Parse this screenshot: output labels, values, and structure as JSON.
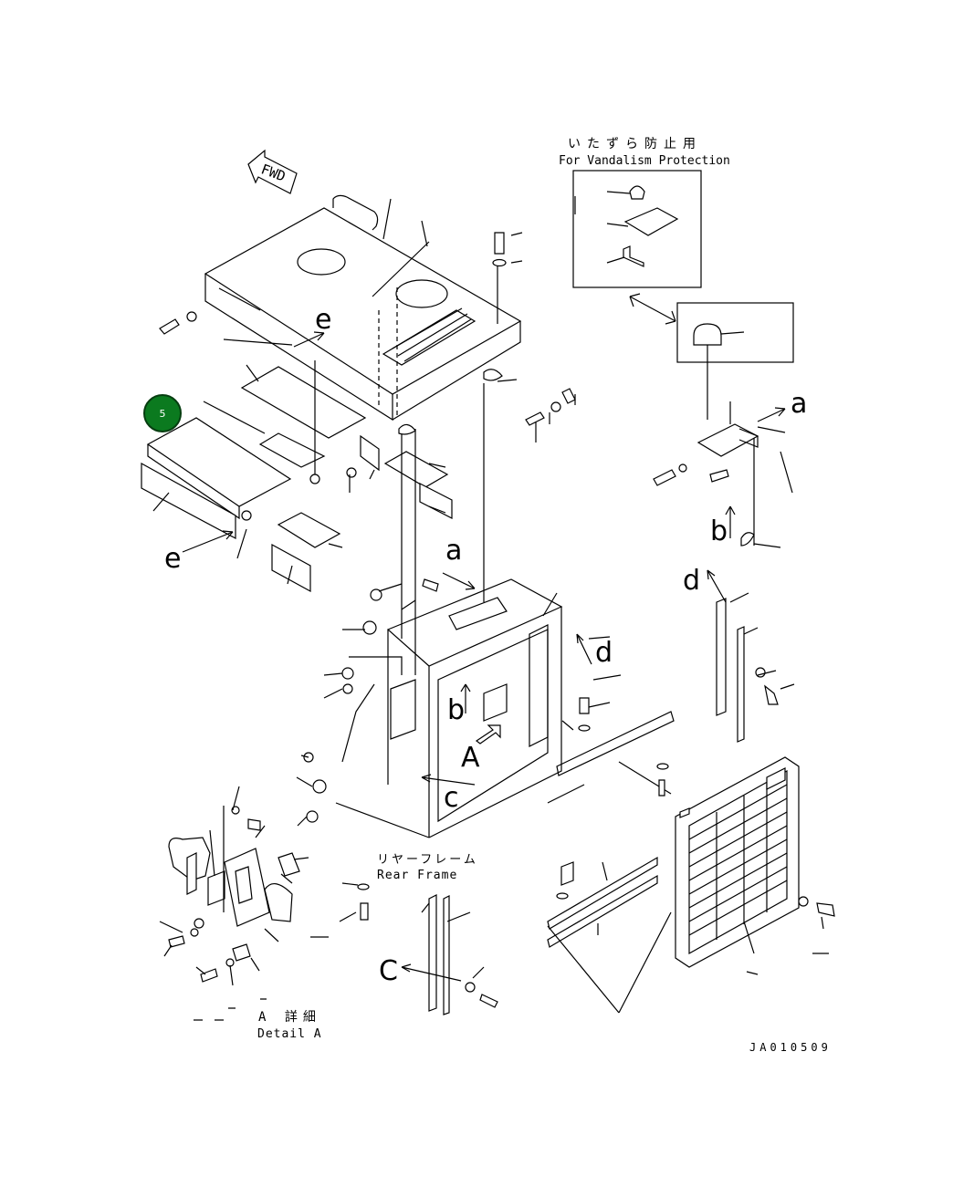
{
  "callout": {
    "number": "5",
    "color": "#0b7a1f"
  },
  "labels": {
    "fwd": "FWD",
    "vandal_jp": "いたずら防止用",
    "vandal_en": "For Vandalism Protection",
    "rear_jp": "リヤーフレーム",
    "rear_en": "Rear Frame",
    "detail_jp": "A 詳細",
    "detail_en": "Detail A",
    "drawing_no": "JA010509",
    "view_a": "A",
    "ref_a": "a",
    "ref_a2": "a",
    "ref_b": "b",
    "ref_b2": "b",
    "ref_c": "c",
    "ref_c_big": "C",
    "ref_d": "d",
    "ref_d2": "d",
    "ref_e": "e",
    "ref_e2": "e"
  }
}
